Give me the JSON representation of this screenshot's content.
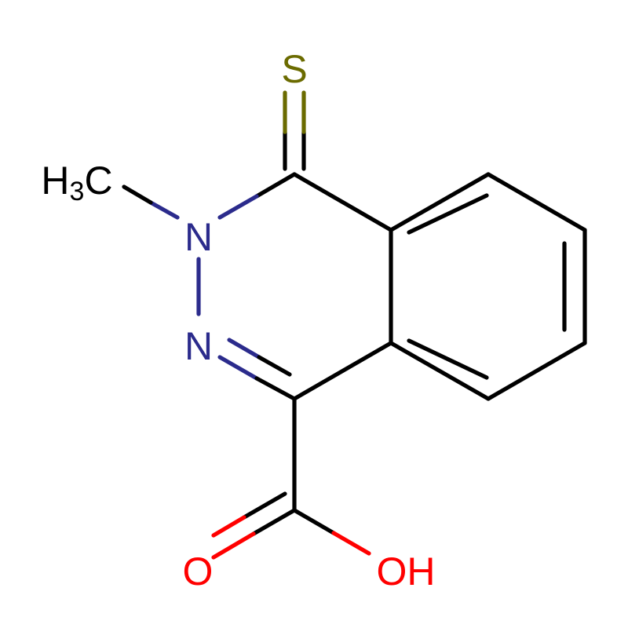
{
  "molecule": {
    "atoms": {
      "sulfur": "S",
      "methyl_h": "H",
      "methyl_sub": "3",
      "methyl_c": "C",
      "n_methyl": "N",
      "n_imine": "N",
      "carbonyl_o": "O",
      "hydroxyl": "OH"
    }
  },
  "colors": {
    "carbon": "#000000",
    "nitrogen": "#2b2b8c",
    "oxygen": "#ff0000",
    "sulfur": "#6b6b00"
  }
}
